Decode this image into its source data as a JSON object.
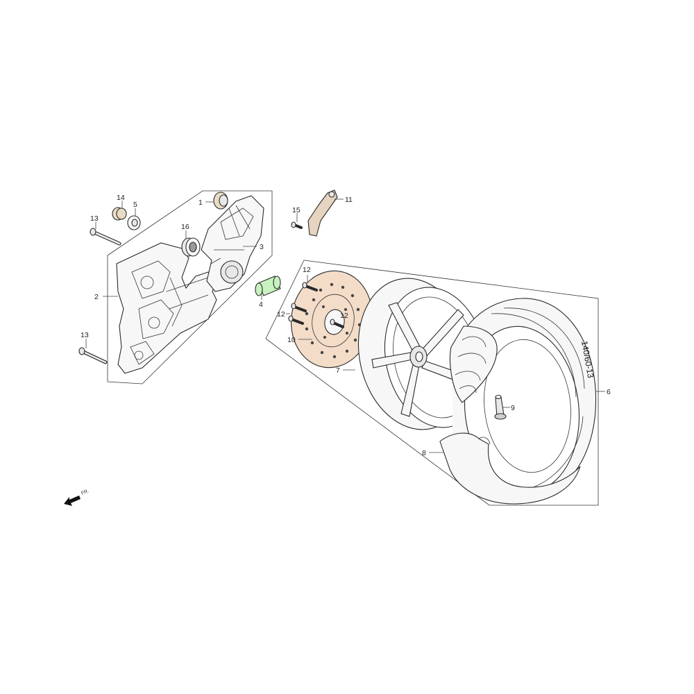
{
  "callouts": {
    "c1": "1",
    "c2": "2",
    "c3": "3",
    "c4": "4",
    "c5": "5",
    "c6": "6",
    "c7": "7",
    "c8": "8",
    "c9": "9",
    "c10": "10",
    "c11": "11",
    "c12a": "12",
    "c12b": "12",
    "c12c": "12",
    "c13a": "13",
    "c13b": "13",
    "c14": "14",
    "c15": "15",
    "c16": "16"
  },
  "tire_size": "140/60-13",
  "direction_label": "FR.",
  "colors": {
    "spacer": "#c8f2c0",
    "disc": "#f3dcc8",
    "bracket": "#e6d3c0",
    "bushing": "#e9dcc4"
  }
}
